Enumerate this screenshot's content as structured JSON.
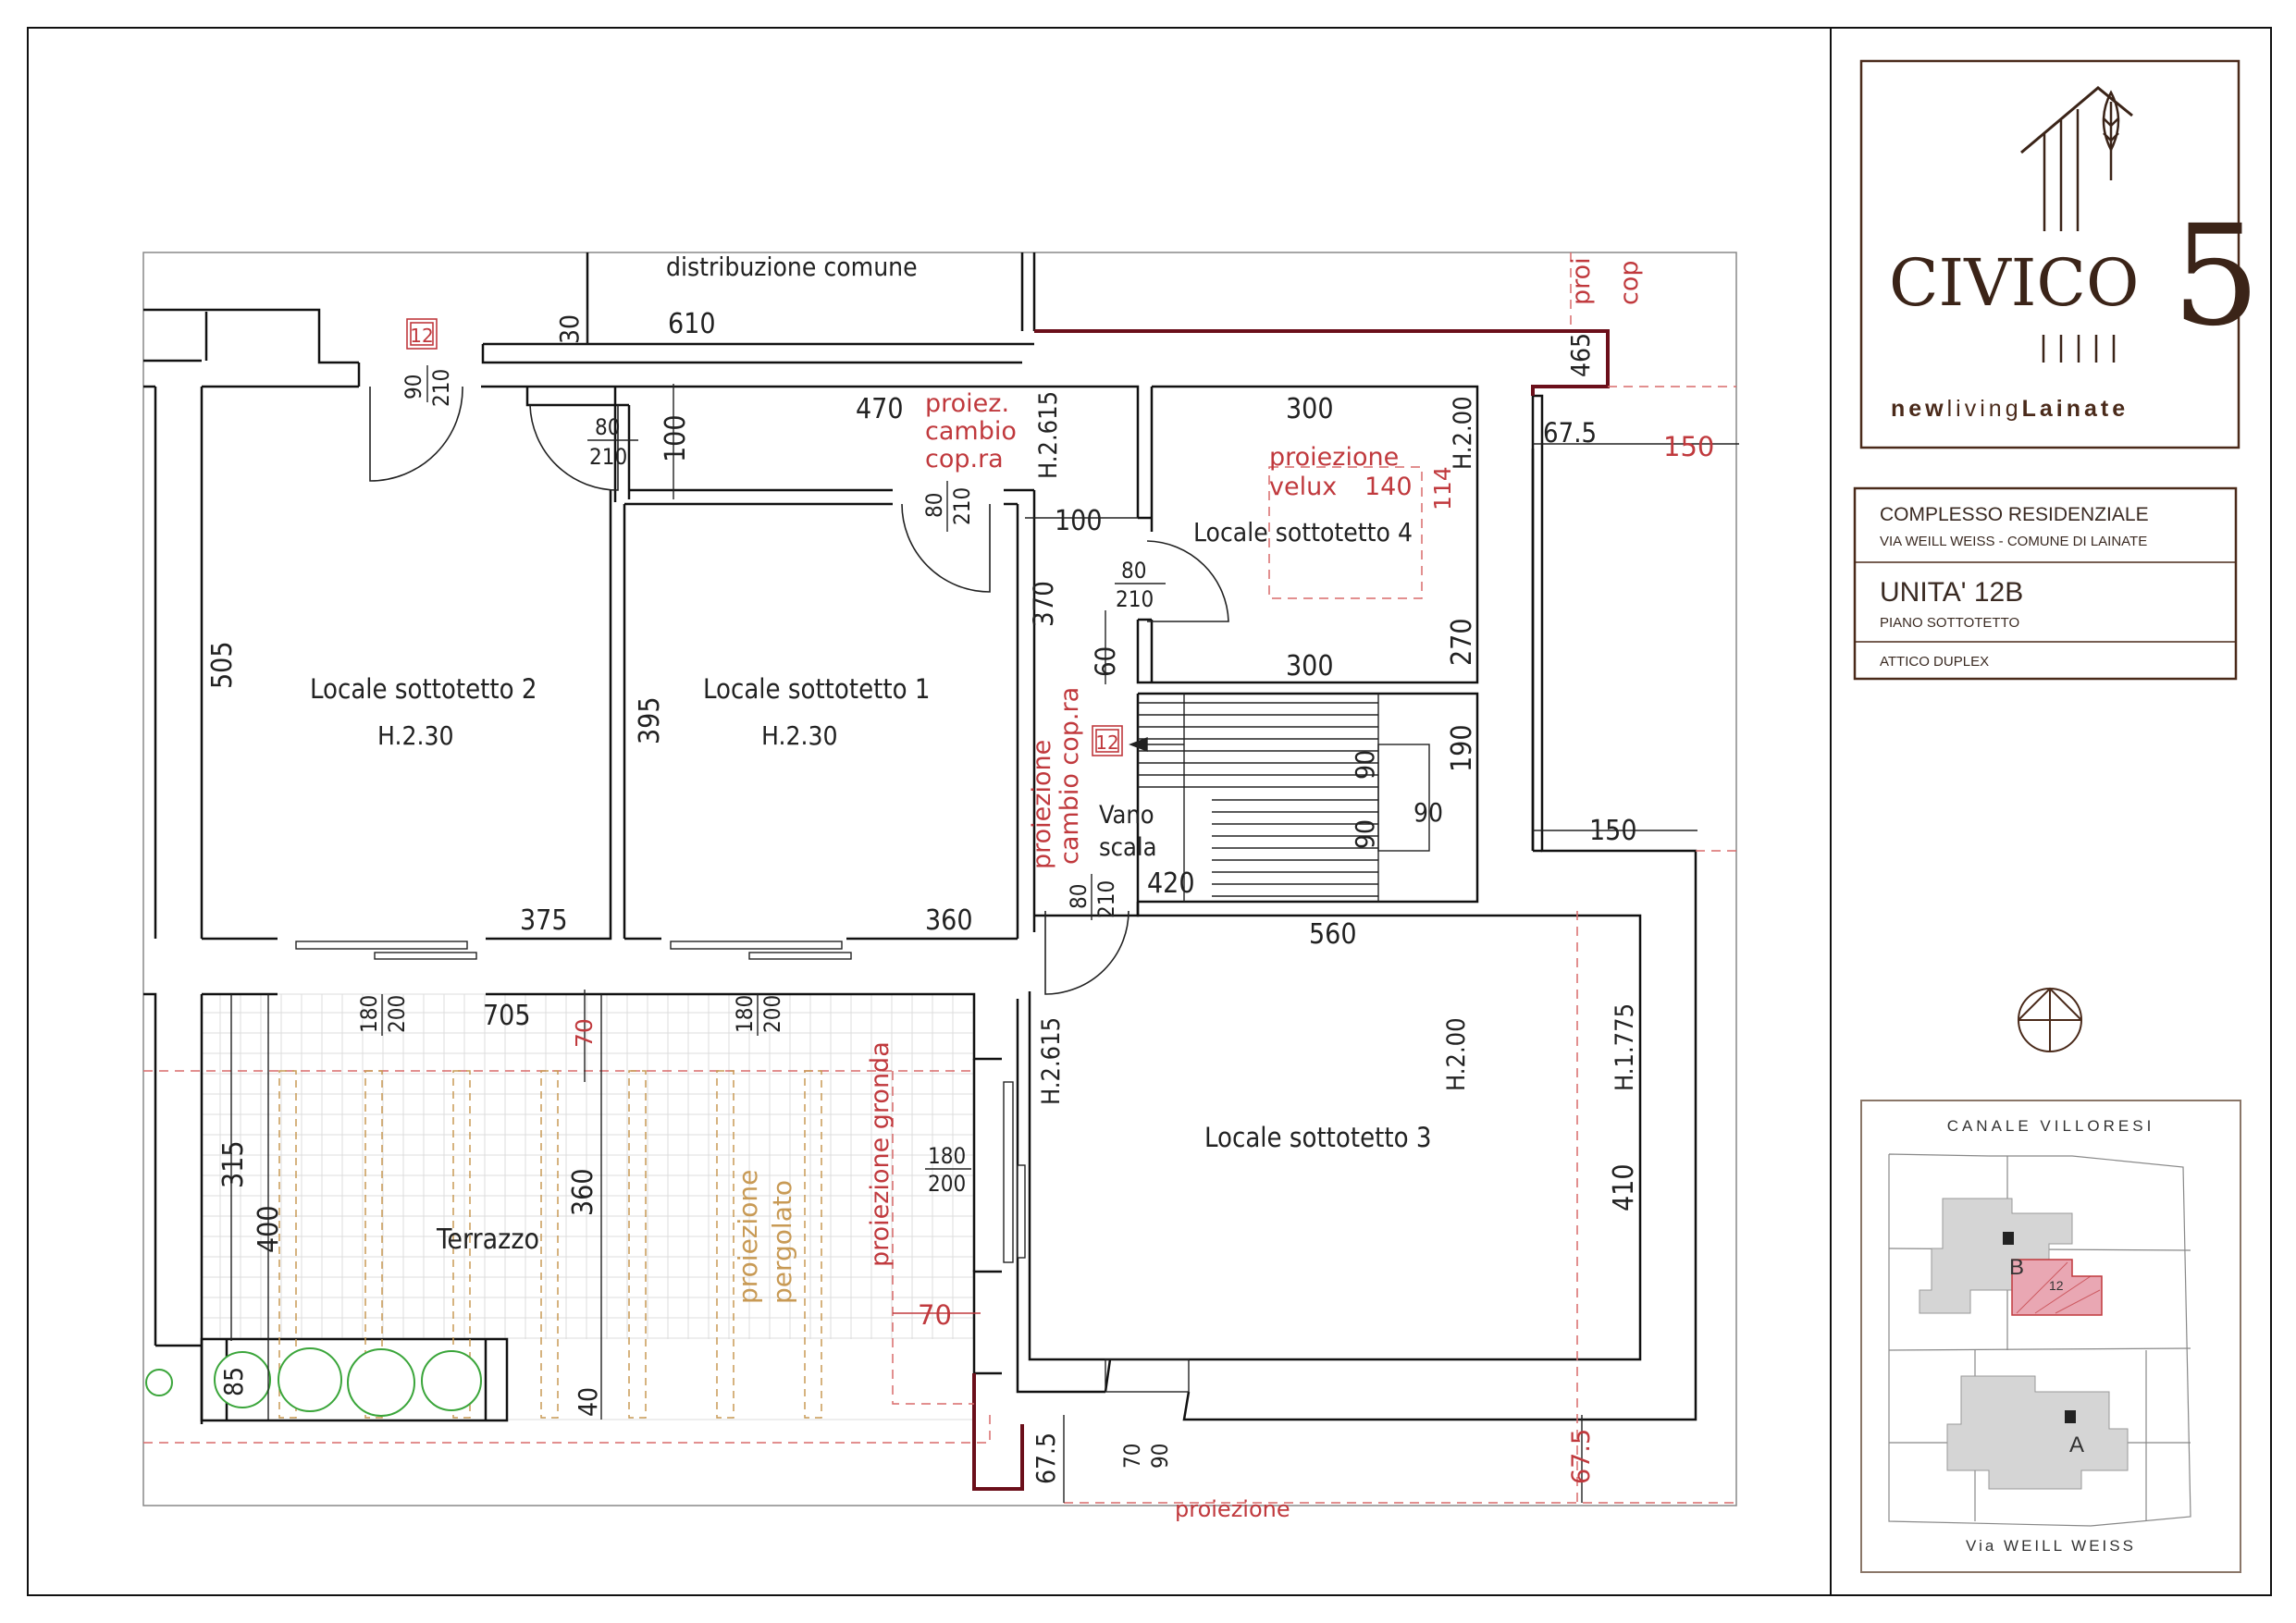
{
  "logo": {
    "brand": "CIVICO",
    "number": "5",
    "tagline_parts": [
      "new",
      "living",
      "Lainate"
    ]
  },
  "info_panel": {
    "title": "COMPLESSO RESIDENZIALE",
    "address": "VIA WEILL WEISS - COMUNE DI LAINATE",
    "unit": "UNITA' 12B",
    "floor": "PIANO SOTTOTETTO",
    "type": "ATTICO DUPLEX"
  },
  "key_map": {
    "top_label": "CANALE VILLORESI",
    "bottom_label": "Via WEILL WEISS",
    "building_b": "B",
    "building_a": "A",
    "unit_marker": "12"
  },
  "rooms": {
    "room2_name": "Locale sottotetto 2",
    "room2_height": "H.2.30",
    "room1_name": "Locale sottotetto 1",
    "room1_height": "H.2.30",
    "room4_name": "Locale sottotetto 4",
    "room3_name": "Locale sottotetto 3",
    "stair_line1": "Vano",
    "stair_line2": "scala",
    "terrace": "Terrazzo",
    "common": "distribuzione comune"
  },
  "dimensions": {
    "d610": "610",
    "d30": "30",
    "d470": "470",
    "d100a": "100",
    "d100b": "100",
    "d300a": "300",
    "d300b": "300",
    "d465": "465",
    "d67_5a": "67.5",
    "d505": "505",
    "d395": "395",
    "d375": "375",
    "d360a": "360",
    "d370": "370",
    "d60": "60",
    "d270": "270",
    "d190": "190",
    "d90a": "90",
    "d90b": "90",
    "d90c": "90",
    "d150": "150",
    "d420": "420",
    "d560": "560",
    "d705": "705",
    "d315": "315",
    "d400": "400",
    "d360b": "360",
    "d410": "410",
    "d85": "85",
    "d40": "40",
    "d67_5b": "67.5",
    "d70_90a": "70",
    "d70_90b": "90",
    "h2615a": "H.2.615",
    "h200a": "H.2.00",
    "h2615b": "H.2.615",
    "h200b": "H.2.00",
    "h1775": "H.1.775"
  },
  "openings": {
    "door_a_w": "90",
    "door_a_h": "210",
    "door_b_w": "80",
    "door_b_h": "210",
    "door_c_w": "80",
    "door_c_h": "210",
    "door_d_w": "80",
    "door_d_h": "210",
    "door_e_w": "80",
    "door_e_h": "210",
    "win_a_w": "180",
    "win_a_h": "200",
    "win_b_w": "180",
    "win_b_h": "200",
    "win_c_w": "180",
    "win_c_h": "200"
  },
  "annotations": {
    "tag_top": "12",
    "tag_stair": "12",
    "proj_cambio_1": "proiez.",
    "proj_cambio_2": "cambio",
    "proj_cambio_3": "cop.ra",
    "proj_velux_1": "proiezione",
    "proj_velux_2": "velux",
    "velux_w": "140",
    "velux_h": "114",
    "proj_vert_1": "proiezione",
    "proj_vert_2": "cambio cop.ra",
    "red_150": "150",
    "red_70a": "70",
    "red_70b": "70",
    "red_67_5": "67.5",
    "gronda": "proiezione gronda",
    "pergolato_1": "proiezione",
    "pergolato_2": "pergolato",
    "corner_1": "proi",
    "corner_2": "cop",
    "bottom_cut": "proiezione"
  },
  "colors": {
    "brand_brown": "#3b2418",
    "annotation_red": "#c0393d",
    "pergola_tan": "#c89a55",
    "plant_green": "#3aa53a",
    "wall_dark_red": "#6b0f1a"
  }
}
